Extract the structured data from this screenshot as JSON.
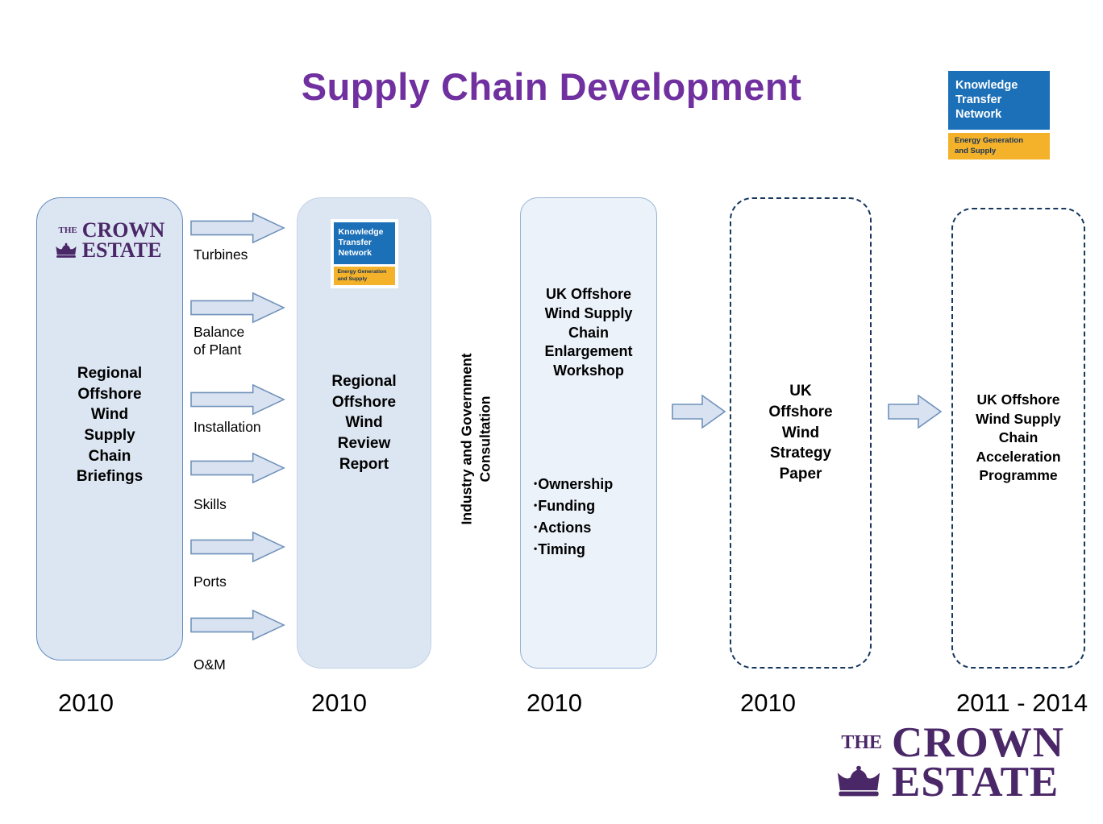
{
  "slide": {
    "title": "Supply Chain Development"
  },
  "ktn_logo": {
    "line1": "Knowledge",
    "line2": "Transfer",
    "line3": "Network",
    "band_line1": "Energy Generation",
    "band_line2": "and Supply"
  },
  "crown_estate_logo": {
    "the": "THE",
    "crown": "CROWN",
    "estate": "ESTATE"
  },
  "stages": [
    {
      "label": "Regional Offshore Wind Supply Chain Briefings",
      "year": "2010"
    },
    {
      "label": "Regional Offshore Wind Review Report",
      "year": "2010"
    },
    {
      "title": "UK Offshore Wind Supply Chain Enlargement Workshop",
      "bullets": [
        "Ownership",
        "Funding",
        "Actions",
        "Timing"
      ],
      "year": "2010"
    },
    {
      "label": "UK Offshore Wind Strategy Paper",
      "year": "2010"
    },
    {
      "label": "UK Offshore Wind Supply Chain Acceleration Programme",
      "year": "2011 - 2014"
    }
  ],
  "process_arrows": [
    {
      "label": "Turbines"
    },
    {
      "label": "Balance of Plant"
    },
    {
      "label": "Installation"
    },
    {
      "label": "Skills"
    },
    {
      "label": "Ports"
    },
    {
      "label": "O&M"
    }
  ],
  "consultation_label": "Industry and Government Consultation",
  "colors": {
    "title_purple": "#7030a0",
    "box_fill": "#dce6f2",
    "box_fill_light": "#ecf2f9",
    "box_border": "#628bbd",
    "dashed_border": "#17375e",
    "arrow_fill": "#d9e2f0",
    "ktn_blue": "#1c70b8",
    "ktn_yellow": "#f3b229",
    "crown_purple": "#4a2767"
  }
}
